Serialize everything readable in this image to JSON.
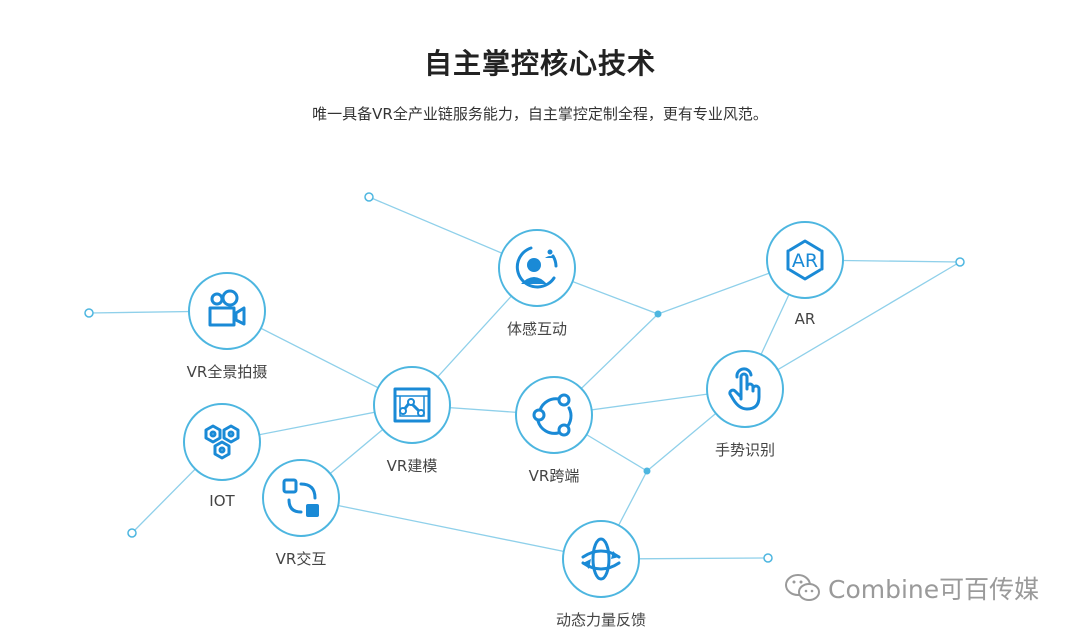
{
  "header": {
    "title": "自主掌控核心技术",
    "subtitle": "唯一具备VR全产业链服务能力，自主掌控定制全程，更有专业风范。"
  },
  "nodes": [
    {
      "id": "pano",
      "label": "VR全景拍摄",
      "icon": "video-camera-icon"
    },
    {
      "id": "body",
      "label": "体感互动",
      "icon": "user-motion-icon"
    },
    {
      "id": "ar",
      "label": "AR",
      "icon": "ar-icon"
    },
    {
      "id": "model",
      "label": "VR建模",
      "icon": "3d-model-icon"
    },
    {
      "id": "cross",
      "label": "VR跨端",
      "icon": "share-network-icon"
    },
    {
      "id": "gesture",
      "label": "手势识别",
      "icon": "hand-pointer-icon"
    },
    {
      "id": "iot",
      "label": "IOT",
      "icon": "hexagon-cluster-icon"
    },
    {
      "id": "interact",
      "label": "VR交互",
      "icon": "swap-squares-icon"
    },
    {
      "id": "force",
      "label": "动态力量反馈",
      "icon": "rotate-arrows-icon"
    }
  ],
  "watermark": "Combine可百传媒",
  "colors": {
    "line": "#8fd0ea",
    "ring": "#4db6e0",
    "icon": "#1a8ad6",
    "title": "#222222"
  }
}
